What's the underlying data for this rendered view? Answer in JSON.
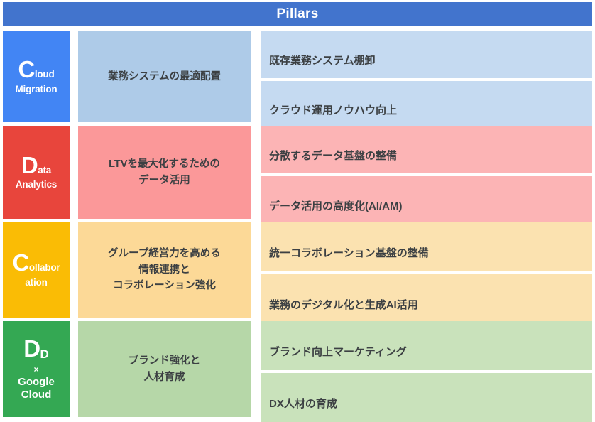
{
  "header": {
    "title": "Pillars",
    "bg_color": "#4274cd",
    "text_color": "#ffffff"
  },
  "colors": {
    "blue_badge": "#4285f4",
    "blue_theme": "#aecbe8",
    "blue_action": "#c5daf1",
    "red_badge": "#e8453c",
    "red_theme": "#fb9899",
    "red_action": "#fcb4b5",
    "yellow_badge": "#fabc05",
    "yellow_theme": "#fcd997",
    "yellow_action": "#fbe2b0",
    "green_badge": "#34a853",
    "green_theme": "#b6d7a8",
    "green_action": "#c9e2bb"
  },
  "rows": [
    {
      "badge": {
        "initial": "C",
        "initial_rest": "loud",
        "sub": "Migration",
        "name": "cloud-migration"
      },
      "theme": "業務システムの最適配置",
      "actions": [
        "既存業務システム棚卸",
        "クラウド運用ノウハウ向上"
      ]
    },
    {
      "badge": {
        "initial": "D",
        "initial_rest": "ata",
        "sub": "Analytics",
        "name": "data-analytics"
      },
      "theme": "LTVを最大化するための\nデータ活用",
      "actions": [
        "分散するデータ基盤の整備",
        "データ活用の高度化(AI/AM)"
      ]
    },
    {
      "badge": {
        "initial": "C",
        "initial_rest": "ollabor",
        "sub": "ation",
        "name": "collaboration"
      },
      "theme": "グループ経営力を高める\n情報連携と\nコラボレーション強化",
      "actions": [
        "統一コラボレーション基盤の整備",
        "業務のデジタル化と生成AI活用"
      ]
    },
    {
      "badge": {
        "initial": "D",
        "initial_sup": "D",
        "times": "×",
        "brand_line1": "Google",
        "brand_line2": "Cloud",
        "name": "dd-google-cloud"
      },
      "theme": "ブランド強化と\n人材育成",
      "actions": [
        "ブランド向上マーケティング",
        "DX人材の育成"
      ]
    }
  ]
}
